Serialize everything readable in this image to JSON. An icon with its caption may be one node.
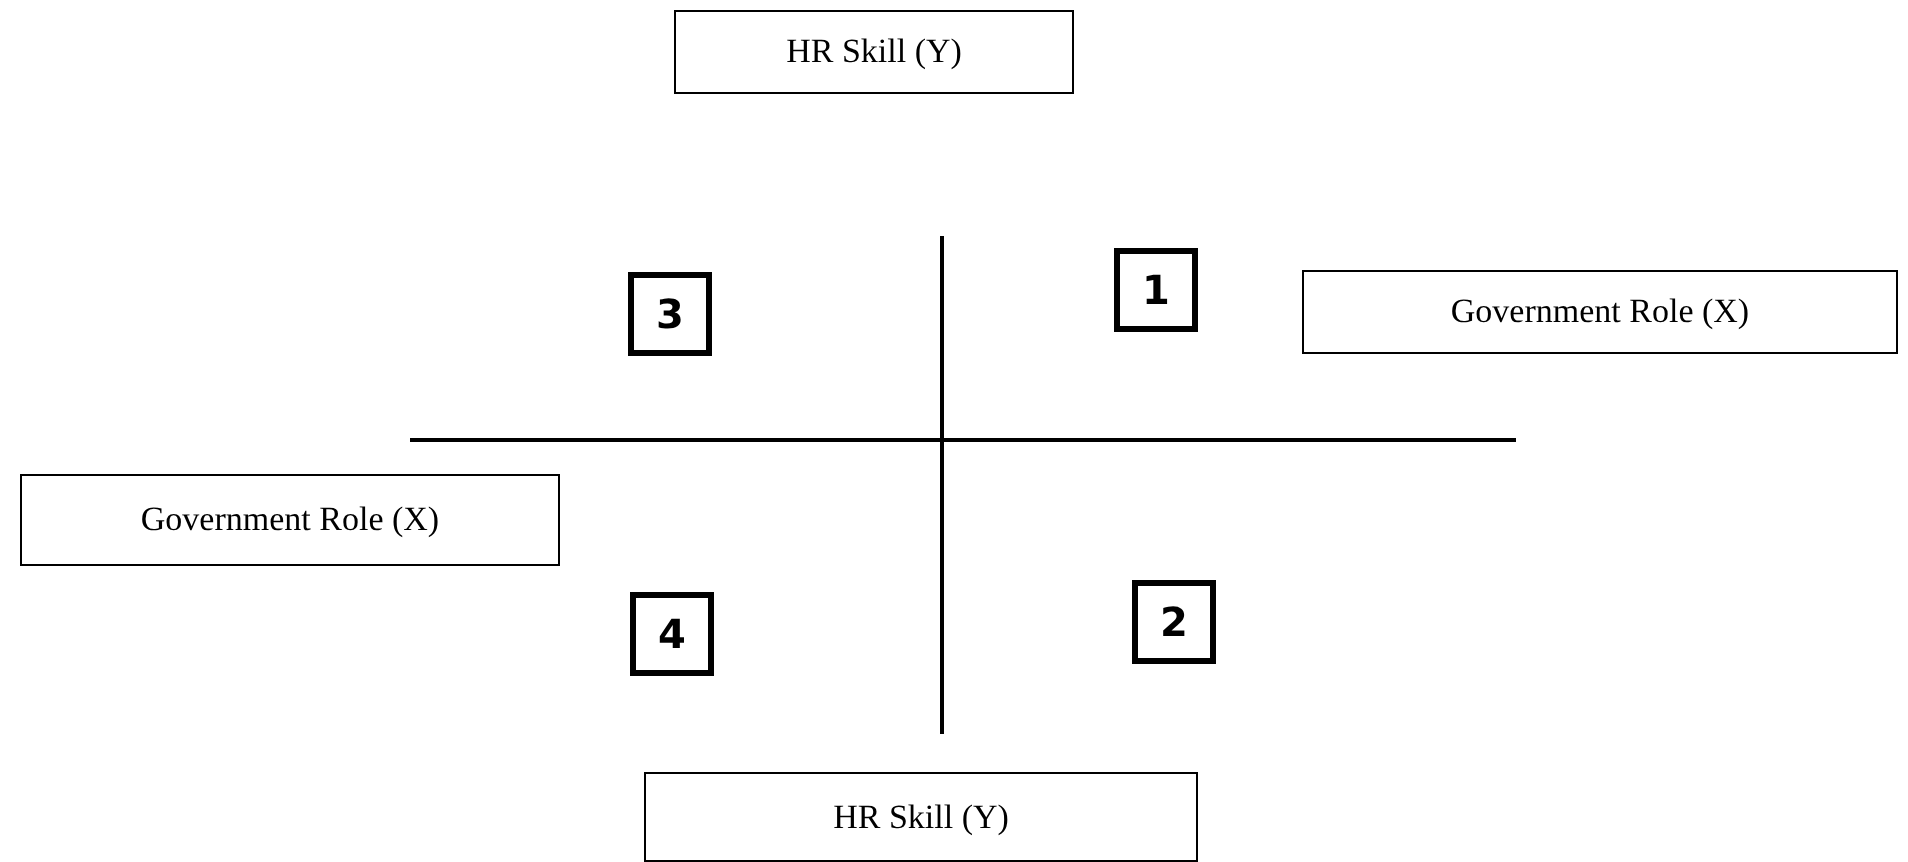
{
  "diagram": {
    "nodes": [
      {
        "text": [
          "HR Skill (Y)"
        ]
      },
      {
        "text": [
          "3"
        ]
      },
      {
        "text": [
          "1"
        ]
      },
      {
        "text": [
          "Government Role (X)"
        ]
      },
      {
        "text": [
          "Government Role (X)"
        ]
      },
      {
        "text": [
          "4"
        ]
      },
      {
        "text": [
          "2"
        ]
      },
      {
        "text": [
          "HR Skill (Y)"
        ]
      }
    ]
  }
}
